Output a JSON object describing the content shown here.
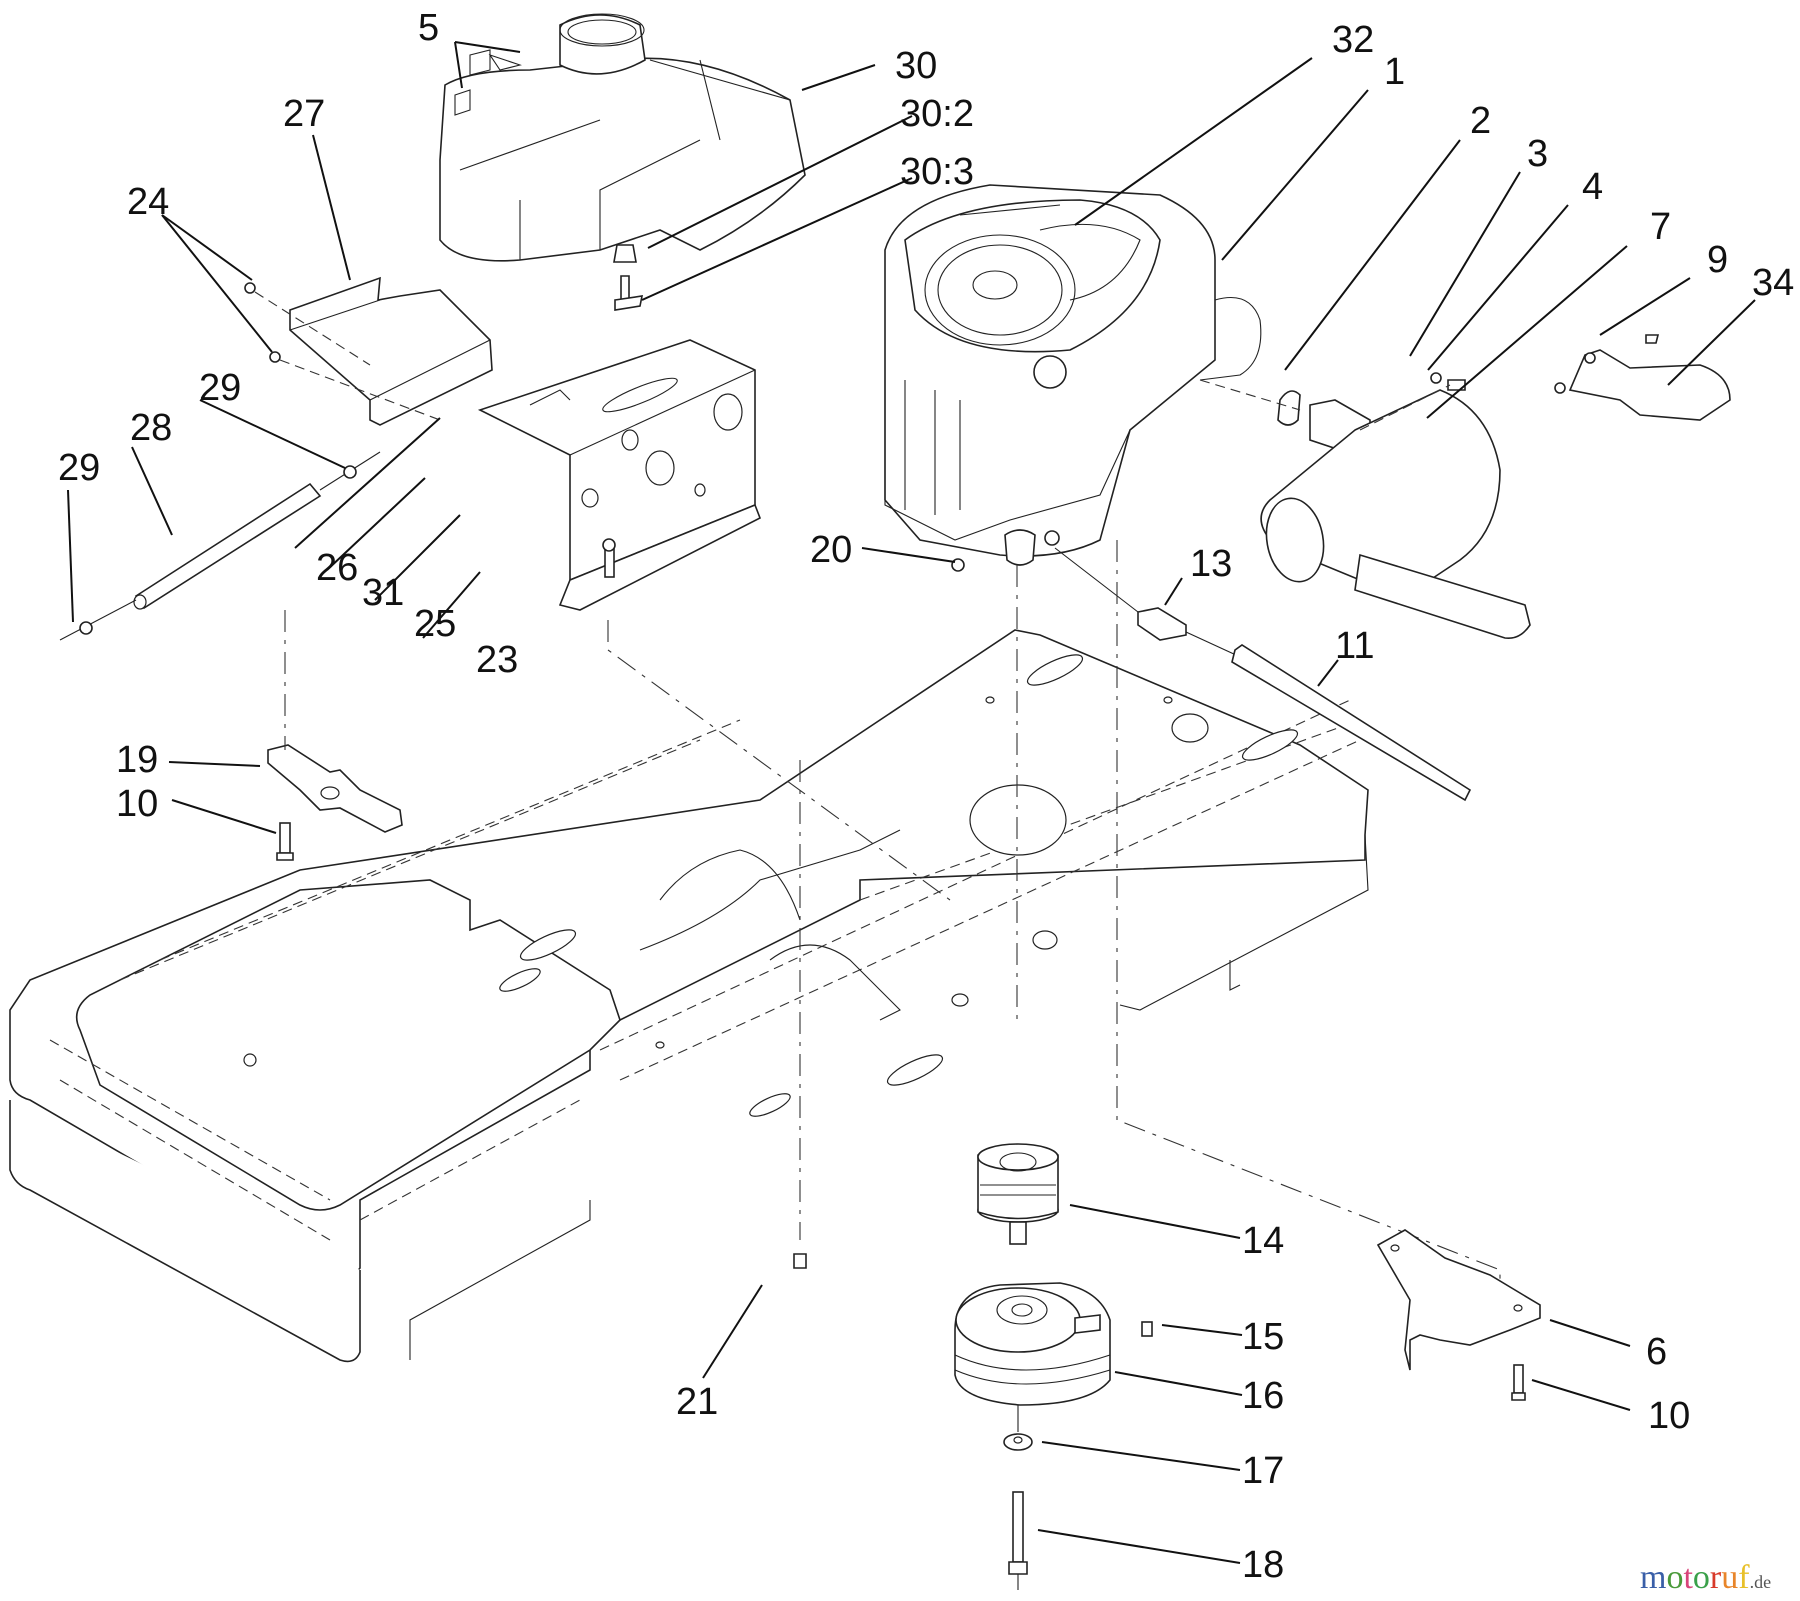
{
  "diagram": {
    "title": "Engine, frame and electric clutch exploded parts diagram",
    "callouts": [
      {
        "id": "c5",
        "label": "5"
      },
      {
        "id": "c30",
        "label": "30"
      },
      {
        "id": "c30-2",
        "label": "30:2"
      },
      {
        "id": "c30-3",
        "label": "30:3"
      },
      {
        "id": "c27",
        "label": "27"
      },
      {
        "id": "c24",
        "label": "24"
      },
      {
        "id": "c32",
        "label": "32"
      },
      {
        "id": "c1",
        "label": "1"
      },
      {
        "id": "c2",
        "label": "2"
      },
      {
        "id": "c3",
        "label": "3"
      },
      {
        "id": "c4",
        "label": "4"
      },
      {
        "id": "c7",
        "label": "7"
      },
      {
        "id": "c9",
        "label": "9"
      },
      {
        "id": "c34",
        "label": "34"
      },
      {
        "id": "c29a",
        "label": "29"
      },
      {
        "id": "c28",
        "label": "28"
      },
      {
        "id": "c29b",
        "label": "29"
      },
      {
        "id": "c26",
        "label": "26"
      },
      {
        "id": "c31",
        "label": "31"
      },
      {
        "id": "c25",
        "label": "25"
      },
      {
        "id": "c23",
        "label": "23"
      },
      {
        "id": "c20",
        "label": "20"
      },
      {
        "id": "c13",
        "label": "13"
      },
      {
        "id": "c11",
        "label": "11"
      },
      {
        "id": "c19",
        "label": "19"
      },
      {
        "id": "c10a",
        "label": "10"
      },
      {
        "id": "c14",
        "label": "14"
      },
      {
        "id": "c15",
        "label": "15"
      },
      {
        "id": "c16",
        "label": "16"
      },
      {
        "id": "c17",
        "label": "17"
      },
      {
        "id": "c18",
        "label": "18"
      },
      {
        "id": "c21",
        "label": "21"
      },
      {
        "id": "c6",
        "label": "6"
      },
      {
        "id": "c10b",
        "label": "10"
      }
    ]
  },
  "watermark": {
    "letters": [
      {
        "ch": "m",
        "color": "#3a5fa8"
      },
      {
        "ch": "o",
        "color": "#4a9a3a"
      },
      {
        "ch": "t",
        "color": "#d8447a"
      },
      {
        "ch": "o",
        "color": "#3aa04a"
      },
      {
        "ch": "r",
        "color": "#d83a2a"
      },
      {
        "ch": "u",
        "color": "#e8852a"
      },
      {
        "ch": "f",
        "color": "#e8c02a"
      }
    ],
    "suffix": ".de"
  }
}
